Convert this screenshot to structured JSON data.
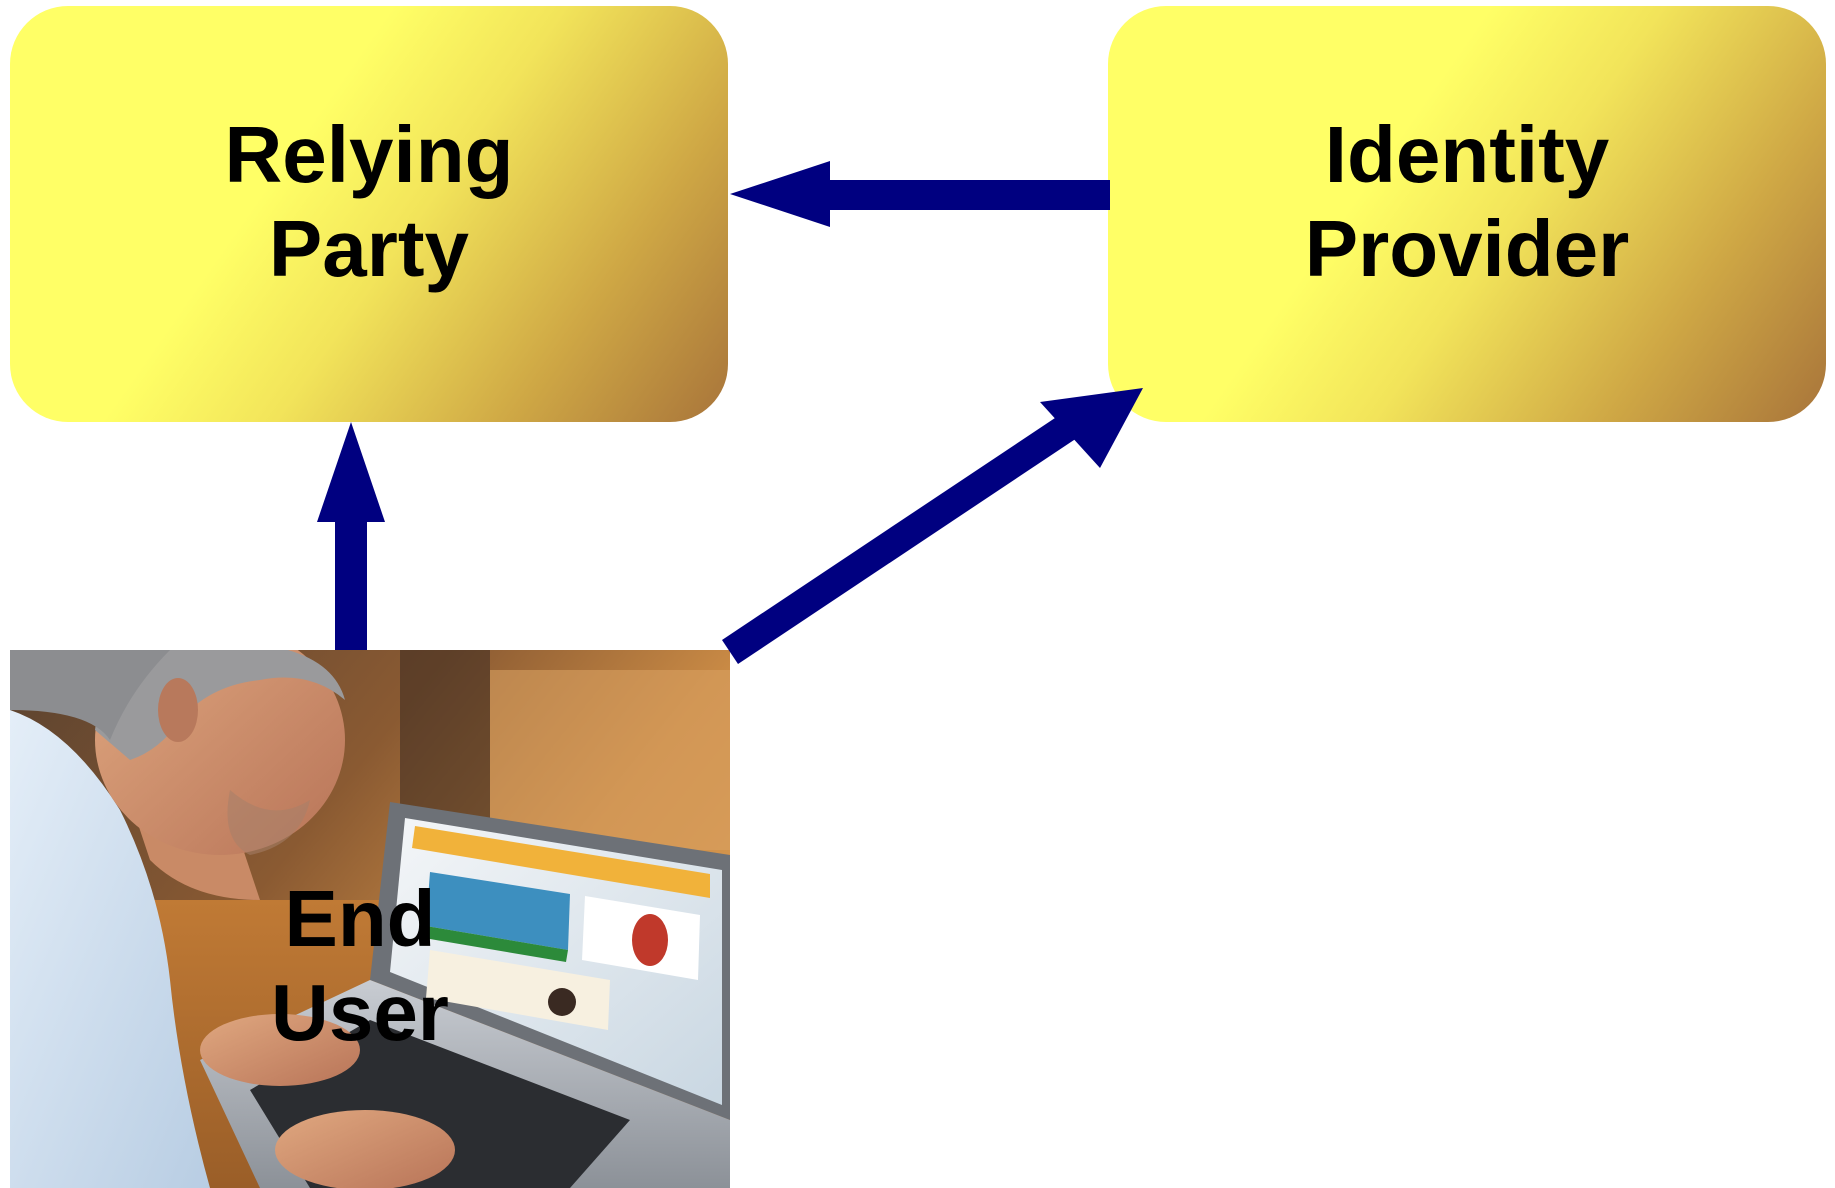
{
  "nodes": {
    "relying_party": {
      "line1": "Relying",
      "line2": "Party"
    },
    "identity_provider": {
      "line1": "Identity",
      "line2": "Provider"
    },
    "end_user": {
      "line1": "End",
      "line2": "User"
    }
  },
  "colors": {
    "box_fill": "#ffff66",
    "box_shade": "#a8743a",
    "arrow": "#000080",
    "text": "#000000"
  }
}
